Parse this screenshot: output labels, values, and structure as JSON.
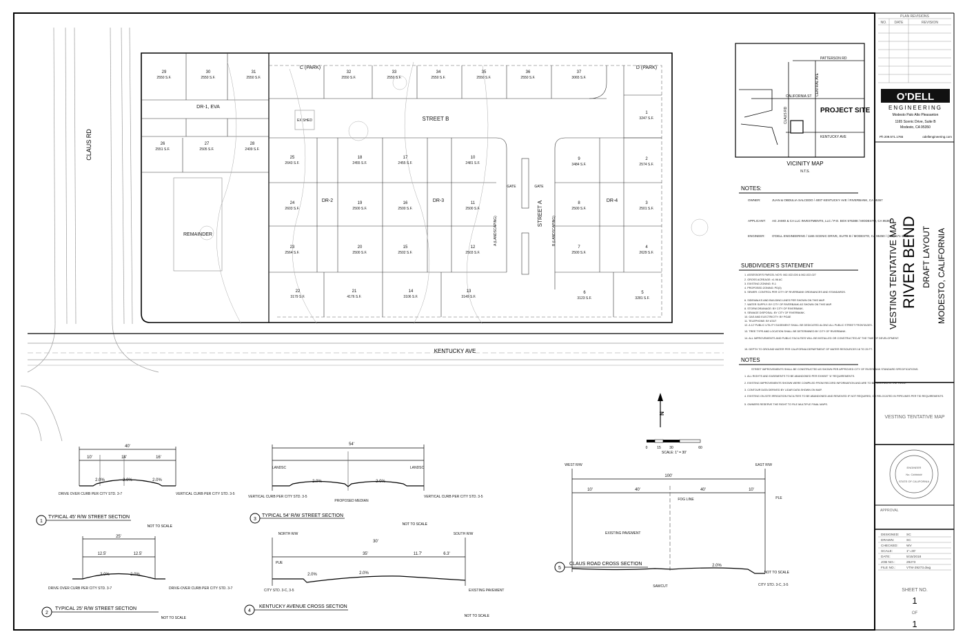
{
  "sheet": {
    "project_name": "RIVER BEND",
    "map_type": "VESTING TENTATIVE MAP",
    "layout": "DRAFT LAYOUT",
    "location": "MODESTO, CALIFORNIA",
    "side_label": "VESTING TENTATIVE MAP",
    "sheet_no_label": "SHEET NO.",
    "sheet_no": "1",
    "of_label": "OF",
    "sheet_total": "1",
    "approval_label": "APPROVAL"
  },
  "revisions": {
    "title": "PLAN REVISIONS",
    "headers": [
      "NO.",
      "DATE",
      "REVISION"
    ]
  },
  "company": {
    "logo": "O'DELL",
    "sub": "ENGINEERING",
    "offices": "Modesto   Palo Alto   Pleasanton",
    "address1": "1165 Scenic Drive, Suite B",
    "address2": "Modesto, CA 95350",
    "phone": "Ph 209.571.1765",
    "web": "odellengineering.com"
  },
  "seal": {
    "name": "ENGINEER",
    "number": "No. C######",
    "state": "STATE OF CALIFORNIA"
  },
  "title_block": {
    "rows": [
      {
        "label": "DESIGNED:",
        "value": "SC"
      },
      {
        "label": "DRAWN:",
        "value": "SC"
      },
      {
        "label": "CHECKED:",
        "value": "WV"
      },
      {
        "label": "SCALE:",
        "value": "1\"=30'"
      },
      {
        "label": "DATE:",
        "value": "5/15/2018"
      },
      {
        "label": "JOB NO.:",
        "value": "29273"
      },
      {
        "label": "FILE NO.:",
        "value": "VTM-29273.dwg"
      }
    ]
  },
  "vicinity": {
    "title": "VICINITY MAP",
    "nts": "N.T.S.",
    "patterson": "PATTERSON RD",
    "central": "CENTRAL AVE",
    "california": "CALIFORNIA ST",
    "claus": "CLAUS RD",
    "kentucky": "KENTUCKY AVE",
    "project_site": "PROJECT SITE"
  },
  "notes": {
    "title": "NOTES:",
    "owner_label": "OWNER:",
    "owner": "JUAN & OBDULIA SALCEDO / 4007 KENTUCKY AVE / RIVERBANK, CA 95367",
    "applicant_label": "APPLICANT:",
    "applicant": "AG JAMO & CA LLC INVESTMENTS, LLC / P.O. BOX 576388 / MODESTO, CA 95357",
    "engineer_label": "ENGINEER:",
    "engineer": "O'DELL ENGINEERING / 1165 SCENIC DRIVE, SUITE B / MODESTO, CA 95350 / (209) 571-1765"
  },
  "subdivider": {
    "title": "SUBDIVIDER'S STATEMENT",
    "items": [
      "1. ASSESSOR'S PARCEL NO'S: 062-022-026 & 062-022-027",
      "2. GROSS ACREAGE: ±1.96 AC",
      "3. EXISTING ZONING: R-1",
      "4. PROPOSED ZONING: PD(3)",
      "5. SEWER: CONTROL PER CITY OF RIVERBANK ORDINANCES AND STANDARDS.",
      "6. SIDEWALKS AND BUILDING LINES PER SHOWN ON THIS MAP.",
      "7. WATER SUPPLY: BY CITY OF RIVERBANK AS SHOWN ON THIS MAP.",
      "8. STORM DRAINAGE: BY CITY OF RIVERBANK.",
      "9. SEWAGE DISPOSAL: BY CITY OF RIVERBANK.",
      "10. GAS AND ELECTRICITY: BY PG&E",
      "11. TELEPHONE: BY AT&T",
      "12. A 12' PUBLIC UTILITY EASEMENT SHALL BE DEDICATED ALONG ALL PUBLIC STREET FRONTAGES.",
      "13. TREE TYPE AND LOCATION SHALL BE DETERMINED BY CITY OF RIVERBANK.",
      "14. ALL IMPROVEMENTS AND PUBLIC FACILITIES WILL BE INSTALLED OR CONSTRUCTED AT THE TIME OF DEVELOPMENT.",
      "15. DEPTH TO GROUND WATER PER CALIFORNIA DEPARTMENT OF WATER RESOURCES 18 TO 25 FT."
    ]
  },
  "notes2": {
    "title": "NOTES",
    "items": [
      "STREET IMPROVEMENTS SHALL BE CONSTRUCTED AS SHOWN PER APPROVED CITY OF RIVERBANK STANDARD SPECIFICATIONS.",
      "1. ALL RIGHTS AND EASEMENTS TO BE ABANDONED PER EXHIBIT \"A\" REQUIREMENTS.",
      "2. EXISTING IMPROVEMENTS SHOWN WERE COMPILED FROM RECORD INFORMATION AND ARE TO BE VERIFIED IN THE FIELD.",
      "3. CONTOUR DATA DERIVED BY LIDAR DATA SHOWN ON MAP.",
      "4. EXISTING ON-SITE IRRIGATION FACILITIES TO BE ABANDONED AND REMOVED IF NOT REQUIRED, OR RELOCATED IN PIPELINES PER TID REQUIREMENTS.",
      "5. OWNERS RESERVE THE RIGHT TO FILE MULTIPLE FINAL MAPS."
    ]
  },
  "plan": {
    "claus": "CLAUS RD",
    "kentucky": "KENTUCKY AVE",
    "street_a": "STREET A",
    "street_b": "STREET B",
    "dr1": "DR-1, EVA",
    "dr2": "DR-2",
    "dr3": "DR-3",
    "dr4": "DR-4",
    "remainder": "REMAINDER",
    "ex_shed": "EX SHED",
    "park_c": "C (PARK)",
    "park_d": "D (PARK)",
    "gate": "GATE",
    "a_landscaping": "A (LANDSCAPING)",
    "b_landscaping": "B (LANDSCAPING)",
    "north": "N",
    "scale_label": "SCALE: 1\" = 30'",
    "scale_ticks": [
      "0",
      "15",
      "30",
      "60"
    ],
    "lots": [
      {
        "n": "29",
        "a": "2550 S.F."
      },
      {
        "n": "30",
        "a": "2550 S.F."
      },
      {
        "n": "31",
        "a": "2550 S.F."
      },
      {
        "n": "32",
        "a": "2550 S.F."
      },
      {
        "n": "33",
        "a": "2550 S.F."
      },
      {
        "n": "34",
        "a": "2550 S.F."
      },
      {
        "n": "35",
        "a": "2550 S.F."
      },
      {
        "n": "36",
        "a": "2550 S.F."
      },
      {
        "n": "37",
        "a": "3065 S.F."
      },
      {
        "n": "1",
        "a": "3247 S.F."
      },
      {
        "n": "2",
        "a": "2574 S.F."
      },
      {
        "n": "3",
        "a": "2501 S.F."
      },
      {
        "n": "4",
        "a": "2629 S.F."
      },
      {
        "n": "5",
        "a": "3281 S.F."
      },
      {
        "n": "6",
        "a": "3123 S.F."
      },
      {
        "n": "7",
        "a": "2500 S.F."
      },
      {
        "n": "8",
        "a": "2500 S.F."
      },
      {
        "n": "9",
        "a": "3484 S.F."
      },
      {
        "n": "10",
        "a": "2481 S.F."
      },
      {
        "n": "11",
        "a": "2500 S.F."
      },
      {
        "n": "12",
        "a": "2503 S.F."
      },
      {
        "n": "13",
        "a": "3149 S.F."
      },
      {
        "n": "14",
        "a": "3106 S.F."
      },
      {
        "n": "15",
        "a": "2502 S.F."
      },
      {
        "n": "16",
        "a": "2500 S.F."
      },
      {
        "n": "17",
        "a": "2455 S.F."
      },
      {
        "n": "18",
        "a": "2455 S.F."
      },
      {
        "n": "19",
        "a": "2500 S.F."
      },
      {
        "n": "20",
        "a": "2500 S.F."
      },
      {
        "n": "21",
        "a": "4176 S.F."
      },
      {
        "n": "22",
        "a": "3179 S.F."
      },
      {
        "n": "23",
        "a": "2564 S.F."
      },
      {
        "n": "24",
        "a": "2603 S.F."
      },
      {
        "n": "25",
        "a": "2643 S.F."
      },
      {
        "n": "26",
        "a": "2551 S.F."
      },
      {
        "n": "27",
        "a": "2505 S.F."
      },
      {
        "n": "28",
        "a": "2409 S.F."
      }
    ]
  },
  "sections": [
    {
      "num": "1",
      "title": "TYPICAL 45' R/W STREET SECTION",
      "nts": "NOT TO SCALE",
      "rw": "40'",
      "left": "10'",
      "mid": "14'",
      "right": "16'",
      "slope1": "2.0%",
      "slope2": "2.0%",
      "slope3": "2.0%",
      "note1": "DRIVE OVER CURB PER CITY STD. 3-7",
      "note2": "VERTICAL CURB PER CITY STD. 3-5"
    },
    {
      "num": "2",
      "title": "TYPICAL 25' R/W STREET SECTION",
      "nts": "NOT TO SCALE",
      "rw": "25'",
      "left": "12.5'",
      "right": "12.5'",
      "slope1": "2.0%",
      "slope2": "2.0%",
      "note1": "DRIVE OVER CURB PER CITY STD. 3-7",
      "note2": "DRIVE-OVER CURB PER CITY STD. 3-7"
    },
    {
      "num": "3",
      "title": "TYPICAL 54' R/W STREET SECTION",
      "nts": "NOT TO SCALE",
      "rw": "54'",
      "landsc": "LANDSC",
      "slope": "2.0%",
      "note1": "VERTICAL CURB PER CITY STD. 3-5",
      "note2": "PROPOSED MEDIAN",
      "note3": "VERTICAL CURB PER CITY STD. 3-5"
    },
    {
      "num": "4",
      "title": "KENTUCKY AVENUE CROSS SECTION",
      "nts": "NOT TO SCALE",
      "north_rw": "NORTH R/W",
      "south_rw": "SOUTH R/W",
      "w1": "30'",
      "w2": "35'",
      "w3": "11.7'",
      "w4": "6.3'",
      "pue": "PUE",
      "slope1": "2.0%",
      "slope2": "2.0%",
      "note1": "CITY STD. 3-C, 3-5",
      "note2": "EXISTING PAVEMENT"
    },
    {
      "num": "5",
      "title": "CLAUS ROAD CROSS SECTION",
      "nts": "NOT TO SCALE",
      "west_rw": "WEST R/W",
      "east_rw": "EAST R/W",
      "w": "100'",
      "w1": "10'",
      "w2": "40'",
      "w3": "40'",
      "w4": "10'",
      "fog": "FOG LINE",
      "slope": "2.0%",
      "note1": "EXISTING PAVEMENT",
      "note2": "SAWCUT",
      "note3": "CITY STD. 3-C, 3-5",
      "ple": "PLE"
    }
  ]
}
